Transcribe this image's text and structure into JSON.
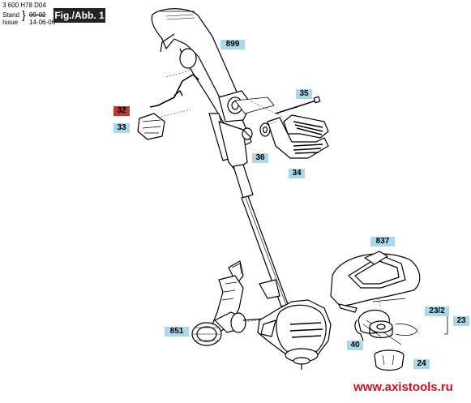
{
  "header": {
    "doc_number": "3 600 H78 D04",
    "stand_label": "Stand",
    "issue_label": "Issue",
    "old_date": "09-02",
    "new_date": "14-06-06",
    "figure_label": "Fig./Abb. 1"
  },
  "callouts": {
    "c899": "899",
    "c35": "35",
    "c32": "32",
    "c33": "33",
    "c36": "36",
    "c34": "34",
    "c837": "837",
    "c23_2": "23/2",
    "c23": "23",
    "c851": "851",
    "c40": "40",
    "c24": "24"
  },
  "colors": {
    "callout_bg": "#a8d8ea",
    "highlight_bg": "#c0392b",
    "watermark": "#d0141e"
  },
  "watermark": "www.axistools.ru"
}
